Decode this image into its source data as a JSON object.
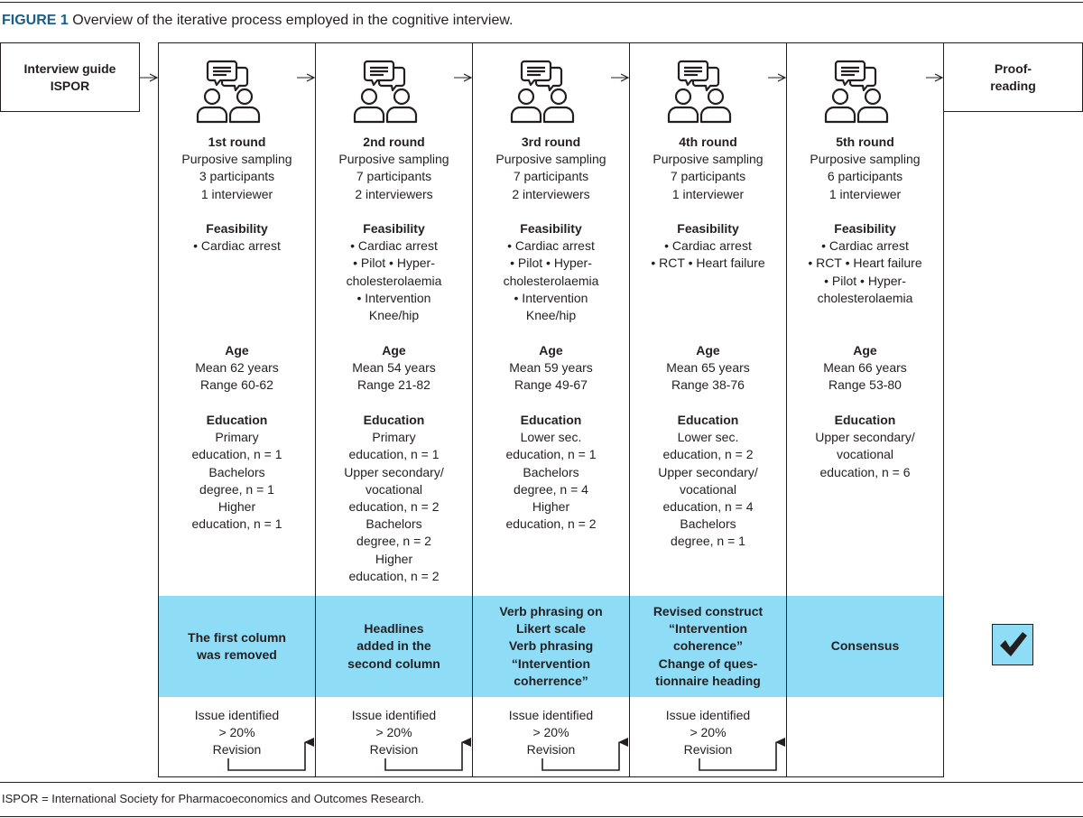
{
  "figure": {
    "label": "FIGURE 1",
    "title": "Overview of the iterative process employed in the cognitive interview."
  },
  "start_box": {
    "lines": [
      "Interview guide",
      "ISPOR"
    ]
  },
  "end_box": {
    "lines": [
      "Proof-",
      "reading"
    ]
  },
  "rounds": [
    {
      "header": [
        "1st round",
        "Purposive sampling",
        "3 participants",
        "1 interviewer"
      ],
      "feasibility_title": "Feasibility",
      "feasibility": [
        "• Cardiac arrest"
      ],
      "age_title": "Age",
      "age": [
        "Mean 62 years",
        "Range 60-62"
      ],
      "education_title": "Education",
      "education": [
        "Primary",
        "education, n = 1",
        "Bachelors",
        "degree, n = 1",
        "Higher",
        "education, n = 1"
      ],
      "change": [
        "The first column",
        "was removed"
      ],
      "issue": [
        "Issue identified",
        "> 20%",
        "Revision"
      ]
    },
    {
      "header": [
        "2nd round",
        "Purposive sampling",
        "7 participants",
        "2 interviewers"
      ],
      "feasibility_title": "Feasibility",
      "feasibility": [
        "• Cardiac arrest",
        "• Pilot • Hyper-",
        "cholesterolaemia",
        "• Intervention",
        "Knee/hip"
      ],
      "age_title": "Age",
      "age": [
        "Mean 54 years",
        "Range 21-82"
      ],
      "education_title": "Education",
      "education": [
        "Primary",
        "education, n = 1",
        "Upper secondary/",
        "vocational",
        "education, n = 2",
        "Bachelors",
        "degree, n = 2",
        "Higher",
        "education, n = 2"
      ],
      "change": [
        "Headlines",
        "added in the",
        "second column"
      ],
      "issue": [
        "Issue identified",
        "> 20%",
        "Revision"
      ]
    },
    {
      "header": [
        "3rd round",
        "Purposive sampling",
        "7 participants",
        "2 interviewers"
      ],
      "feasibility_title": "Feasibility",
      "feasibility": [
        "• Cardiac arrest",
        "• Pilot • Hyper-",
        "cholesterolaemia",
        "• Intervention",
        "Knee/hip"
      ],
      "age_title": "Age",
      "age": [
        "Mean 59 years",
        "Range 49-67"
      ],
      "education_title": "Education",
      "education": [
        "Lower sec.",
        "education, n = 1",
        "Bachelors",
        "degree, n = 4",
        "Higher",
        "education, n = 2"
      ],
      "change": [
        "Verb phrasing on",
        "Likert scale",
        "Verb phrasing",
        "“Intervention",
        "coherrence”"
      ],
      "issue": [
        "Issue identified",
        "> 20%",
        "Revision"
      ]
    },
    {
      "header": [
        "4th round",
        "Purposive sampling",
        "7 participants",
        "1 interviewer"
      ],
      "feasibility_title": "Feasibility",
      "feasibility": [
        "• Cardiac arrest",
        "• RCT • Heart failure"
      ],
      "age_title": "Age",
      "age": [
        "Mean 65 years",
        "Range 38-76"
      ],
      "education_title": "Education",
      "education": [
        "Lower sec.",
        "education, n = 2",
        "Upper secondary/",
        "vocational",
        "education, n = 4",
        "Bachelors",
        "degree, n = 1"
      ],
      "change": [
        "Revised construct",
        "“Intervention",
        "coherence”",
        "Change of ques-",
        "tionnaire heading"
      ],
      "issue": [
        "Issue identified",
        "> 20%",
        "Revision"
      ]
    },
    {
      "header": [
        "5th round",
        "Purposive sampling",
        "6 participants",
        "1 interviewer"
      ],
      "feasibility_title": "Feasibility",
      "feasibility": [
        "• Cardiac arrest",
        "• RCT • Heart failure",
        "• Pilot • Hyper-",
        "cholesterolaemia"
      ],
      "age_title": "Age",
      "age": [
        "Mean 66 years",
        "Range 53-80"
      ],
      "education_title": "Education",
      "education": [
        "Upper secondary/",
        "vocational",
        "education, n = 6"
      ],
      "change": [
        "Consensus"
      ],
      "issue": []
    }
  ],
  "checkmark": "✔",
  "footnote": "ISPOR = International Society for Pharmacoeconomics and Outcomes Research.",
  "colors": {
    "band": "#8edcf6",
    "title_label": "#1a5f8a",
    "line": "#231f20"
  }
}
